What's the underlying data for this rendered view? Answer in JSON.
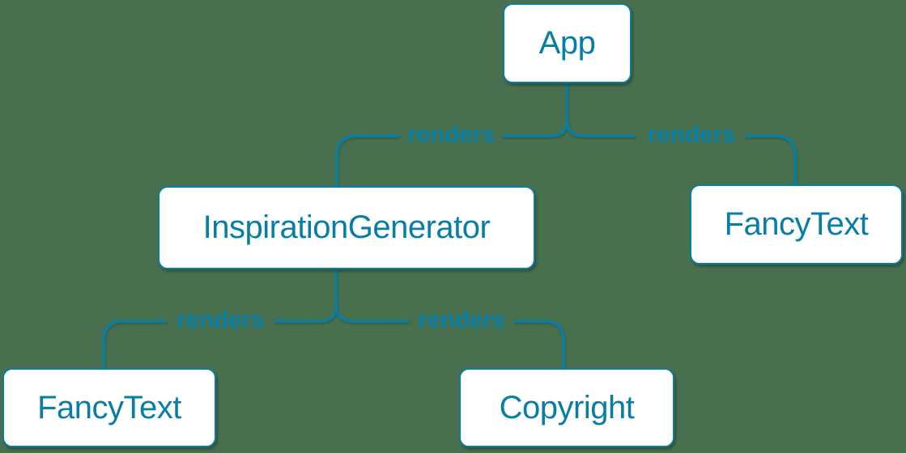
{
  "colors": {
    "background": "#48704E",
    "accent": "#087EA4",
    "node_fill": "#FFFFFF"
  },
  "diagram": {
    "type": "component-render-tree",
    "nodes": [
      {
        "id": "app",
        "label": "App"
      },
      {
        "id": "inspiration-generator",
        "label": "InspirationGenerator"
      },
      {
        "id": "fancy-text-top-right",
        "label": "FancyText"
      },
      {
        "id": "fancy-text-bottom-left",
        "label": "FancyText"
      },
      {
        "id": "copyright",
        "label": "Copyright"
      }
    ],
    "edges": [
      {
        "from": "App",
        "to": "InspirationGenerator",
        "label": "renders"
      },
      {
        "from": "App",
        "to": "FancyText",
        "label": "renders"
      },
      {
        "from": "InspirationGenerator",
        "to": "FancyText",
        "label": "renders"
      },
      {
        "from": "InspirationGenerator",
        "to": "Copyright",
        "label": "renders"
      }
    ]
  }
}
